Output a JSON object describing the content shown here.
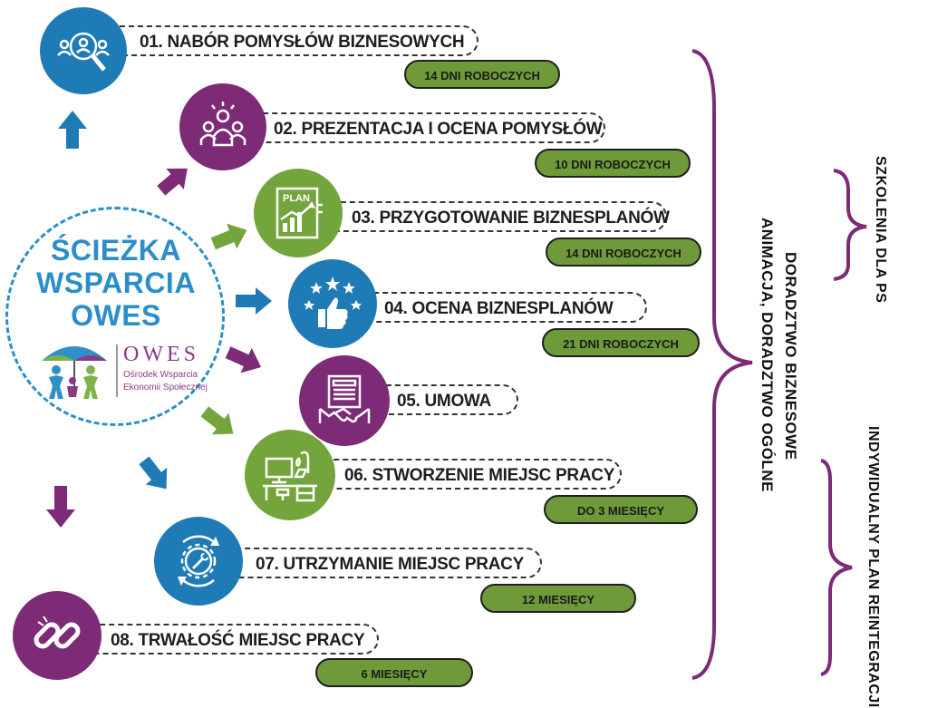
{
  "center": {
    "title_lines": [
      "ŚCIEŻKA",
      "WSPARCIA",
      "OWES"
    ],
    "logo_name": "OWES",
    "logo_sub1": "Ośrodek Wsparcia",
    "logo_sub2": "Ekonomii Społecznej"
  },
  "steps": [
    {
      "label": "01. NABÓR POMYSŁÓW BIZNESOWYCH",
      "duration": "14 DNI ROBOCZYCH",
      "color": "#1f7bb6",
      "icon": "people-search-icon"
    },
    {
      "label": "02. PREZENTACJA I OCENA POMYSŁÓW",
      "duration": "10 DNI ROBOCZYCH",
      "color": "#7d2a77",
      "icon": "presentation-group-icon"
    },
    {
      "label": "03. PRZYGOTOWANIE BIZNESPLANÓW",
      "duration": "14 DNI ROBOCZYCH",
      "color": "#74a43c",
      "icon": "business-plan-icon"
    },
    {
      "label": "04. OCENA BIZNESPLANÓW",
      "duration": "21 DNI ROBOCZYCH",
      "color": "#1f7bb6",
      "icon": "thumbs-up-stars-icon"
    },
    {
      "label": "05. UMOWA",
      "duration": "",
      "color": "#7d2a77",
      "icon": "contract-handshake-icon"
    },
    {
      "label": "06. STWORZENIE MIEJSC PRACY",
      "duration": "DO 3 MIESIĘCY",
      "color": "#74a43c",
      "icon": "workplace-desk-icon"
    },
    {
      "label": "07. UTRZYMANIE MIEJSC PRACY",
      "duration": "12 MIESIĘCY",
      "color": "#1f7bb6",
      "icon": "gear-wrench-icon"
    },
    {
      "label": "08. TRWAŁOŚĆ MIEJSC PRACY",
      "duration": "6 MIESIĘCY",
      "color": "#7d2a77",
      "icon": "chain-link-icon"
    }
  ],
  "side": {
    "advisory_line1": "DORADZTWO BIZNESOWE",
    "advisory_line2": "ANIMACJA, DORADZTWO OGÓLNE",
    "training": "SZKOLENIA DLA PS",
    "reintegration": "INDYWIDUALNY PLAN REINTEGRACJI"
  },
  "colors": {
    "blue": "#1f7bb6",
    "purple": "#7d2a77",
    "green": "#74a43c",
    "pill": "#6e9a3a",
    "title": "#2a8fc9"
  }
}
